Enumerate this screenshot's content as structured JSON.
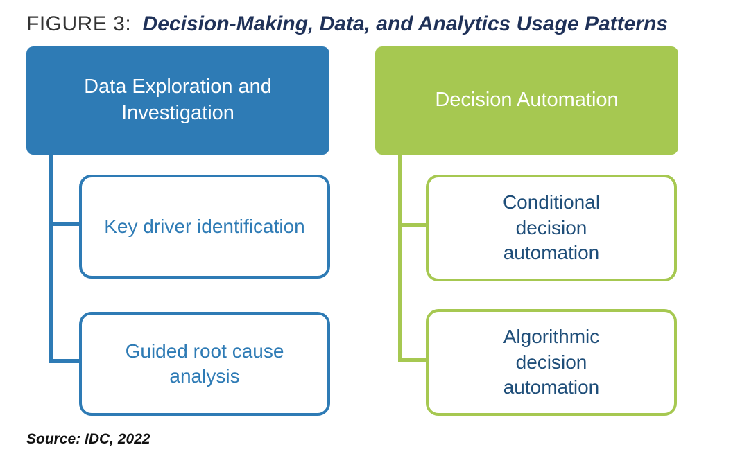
{
  "figure": {
    "label": "FIGURE 3:",
    "title": "Decision-Making, Data, and Analytics Usage Patterns"
  },
  "colors": {
    "blue": "#2e7bb5",
    "green": "#a6c851",
    "navy": "#1f4e79",
    "title-navy": "#1f3158",
    "label-gray": "#333333",
    "source-black": "#111111"
  },
  "columns": [
    {
      "header": "Data Exploration and Investigation",
      "children": [
        "Key driver identification",
        "Guided root cause analysis"
      ]
    },
    {
      "header": "Decision Automation",
      "children": [
        "Conditional decision automation",
        "Algorithmic decision automation"
      ]
    }
  ],
  "source": "Source: IDC, 2022"
}
